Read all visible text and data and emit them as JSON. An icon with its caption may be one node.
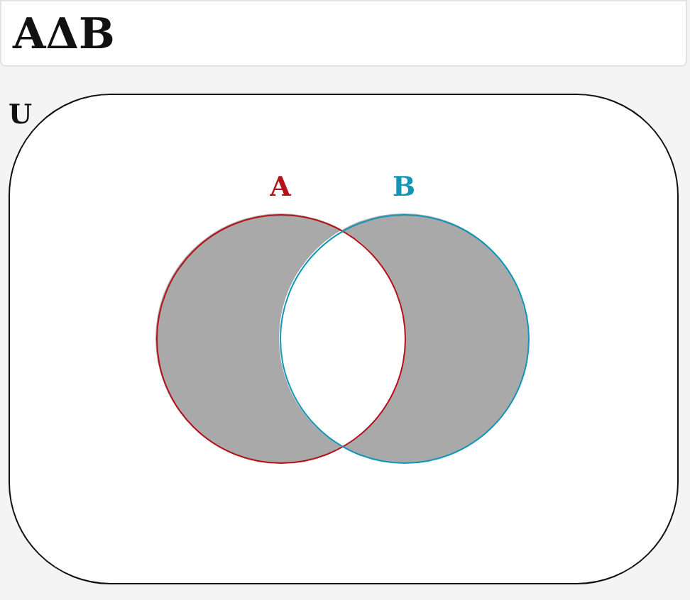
{
  "diagram": {
    "title": "AΔB",
    "nodes": [
      {
        "text": [
          "U"
        ]
      },
      {
        "text": [
          "A"
        ],
        "in": 0
      },
      {
        "text": [
          "B"
        ],
        "in": 0
      }
    ]
  }
}
